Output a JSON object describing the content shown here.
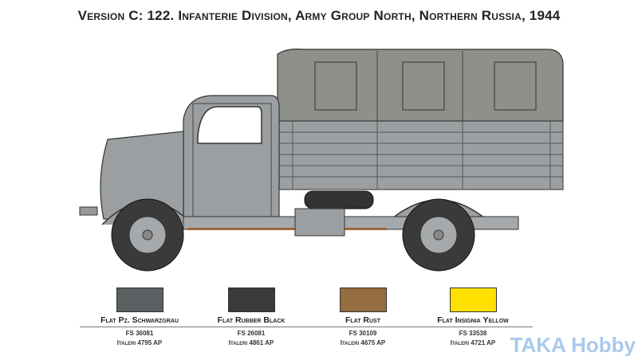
{
  "title": "Version C: 122. Infanterie Division, Army Group North, Northern Russia, 1944",
  "swatches": [
    {
      "name": "Flat Pz. Schwarzgrau",
      "fs": "FS 36081",
      "italeri": "Italeri 4795 AP",
      "color": "#5b6063"
    },
    {
      "name": "Flat Rubber Black",
      "fs": "FS 26081",
      "italeri": "Italeri 4861 AP",
      "color": "#3b3b3d"
    },
    {
      "name": "Flat Rust",
      "fs": "FS 30109",
      "italeri": "Italeri 4675 AP",
      "color": "#956d40"
    },
    {
      "name": "Flat Insignia Yellow",
      "fs": "FS 33538",
      "italeri": "Italeri 4721 AP",
      "color": "#ffe000"
    }
  ],
  "watermark": "TAKA Hobby"
}
